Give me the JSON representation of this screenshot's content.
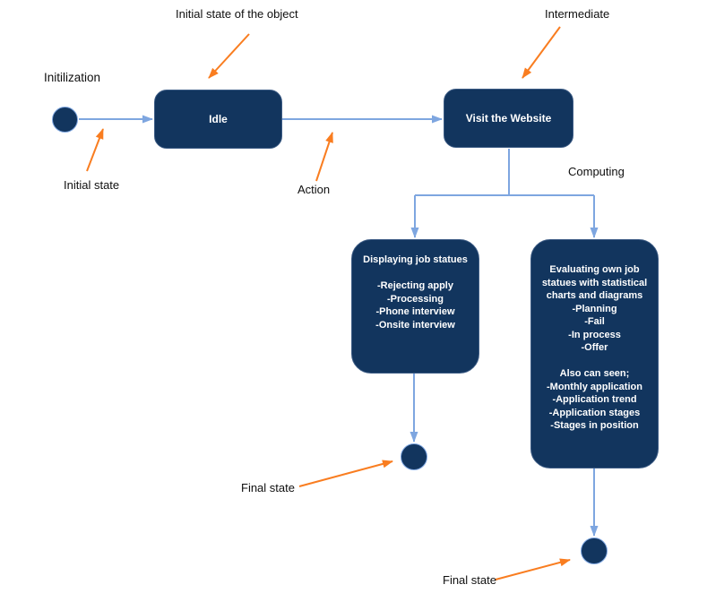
{
  "diagram": {
    "heading": "Initilization",
    "states": {
      "initial_circle": "initial state marker",
      "idle": {
        "label": "Idle"
      },
      "visit": {
        "label": "Visit the Website"
      },
      "displaying": {
        "lines": [
          "Displaying job statues",
          "",
          "-Rejecting apply",
          "-Processing",
          "-Phone interview",
          "-Onsite interview"
        ]
      },
      "evaluating": {
        "lines": [
          "Evaluating own job statues with statistical charts and diagrams",
          "-Planning",
          "-Fail",
          "-In process",
          "-Offer",
          "",
          "Also can seen;",
          "-Monthly application",
          "-Application trend",
          "-Application stages",
          "-Stages in position"
        ]
      }
    },
    "annotations": {
      "initial_state_of_object": "Initial state of the object",
      "intermediate": "Intermediate",
      "initial_state": "Initial state",
      "action": "Action",
      "computing": "Computing",
      "final_state_left": "Final state",
      "final_state_right": "Final state"
    },
    "colors": {
      "state_fill": "#12355e",
      "connector_blue": "#7ea6e0",
      "annotation_orange": "#f97d20",
      "state_text": "#ffffff",
      "label_text": "#0f0f0f"
    }
  }
}
